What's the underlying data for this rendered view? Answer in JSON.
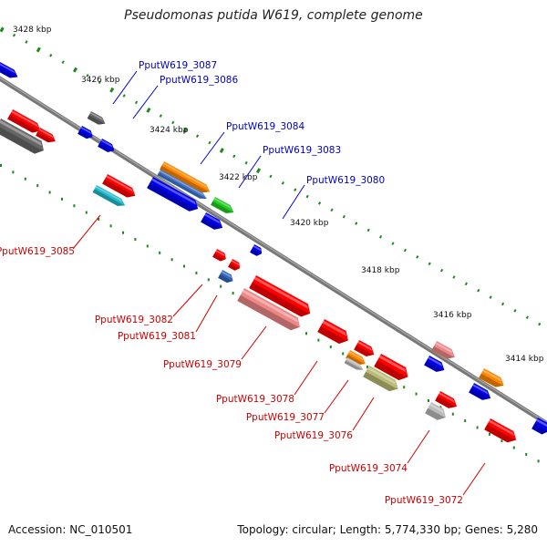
{
  "title": "Pseudomonas putida W619, complete genome",
  "footer": {
    "accession": "Accession: NC_010501",
    "summary": "Topology: circular; Length: 5,774,330 bp; Genes: 5,280"
  },
  "colors": {
    "backbone": "#777777",
    "ticks": "#1a8a1a",
    "label_forward": "#0000cc",
    "label_reverse": "#cc0000"
  },
  "ticks": [
    "3428 kbp",
    "3426 kbp",
    "3424 kbp",
    "3422 kbp",
    "3420 kbp",
    "3418 kbp",
    "3416 kbp",
    "3414 kbp"
  ],
  "features": [
    {
      "color": "#0000ee"
    },
    {
      "color": "#ff0000"
    },
    {
      "color": "#ff0000"
    },
    {
      "color": "#666666"
    },
    {
      "color": "#666666"
    },
    {
      "color": "#0000ee"
    },
    {
      "color": "#0000ee"
    },
    {
      "color": "#ff0000"
    },
    {
      "color": "#22bbcc"
    },
    {
      "color": "#ff8800"
    },
    {
      "color": "#4477cc"
    },
    {
      "color": "#0000ee"
    },
    {
      "color": "#22cc22"
    },
    {
      "color": "#0000ee"
    },
    {
      "color": "#0000ee"
    },
    {
      "color": "#ff0000"
    },
    {
      "color": "#ff0000"
    },
    {
      "color": "#3366bb"
    },
    {
      "color": "#ff0000"
    },
    {
      "color": "#ee8888"
    },
    {
      "color": "#ff0000"
    },
    {
      "color": "#ff0000"
    },
    {
      "color": "#ff8800"
    },
    {
      "color": "#bbbbbb"
    },
    {
      "color": "#ff0000"
    },
    {
      "color": "#bbbb77"
    },
    {
      "color": "#ee8888"
    },
    {
      "color": "#0000ee"
    },
    {
      "color": "#ff0000"
    },
    {
      "color": "#bbbbbb"
    },
    {
      "color": "#ff8800"
    },
    {
      "color": "#0000ee"
    },
    {
      "color": "#ff0000"
    },
    {
      "color": "#0000ee"
    }
  ],
  "labels": [
    {
      "text": "PputW619_3087",
      "strand": "forward"
    },
    {
      "text": "PputW619_3086",
      "strand": "forward"
    },
    {
      "text": "PputW619_3084",
      "strand": "forward"
    },
    {
      "text": "PputW619_3083",
      "strand": "forward"
    },
    {
      "text": "PputW619_3080",
      "strand": "forward"
    },
    {
      "text": "PputW619_3085",
      "strand": "reverse"
    },
    {
      "text": "PputW619_3082",
      "strand": "reverse"
    },
    {
      "text": "PputW619_3081",
      "strand": "reverse"
    },
    {
      "text": "PputW619_3079",
      "strand": "reverse"
    },
    {
      "text": "PputW619_3078",
      "strand": "reverse"
    },
    {
      "text": "PputW619_3077",
      "strand": "reverse"
    },
    {
      "text": "PputW619_3076",
      "strand": "reverse"
    },
    {
      "text": "PputW619_3074",
      "strand": "reverse"
    },
    {
      "text": "PputW619_3072",
      "strand": "reverse"
    }
  ]
}
